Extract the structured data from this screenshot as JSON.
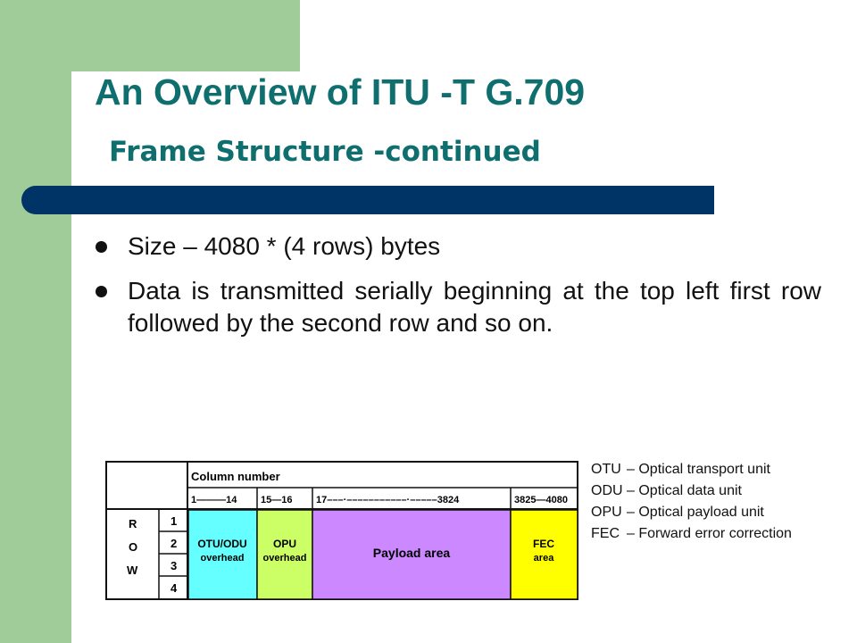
{
  "slide": {
    "title": "An Overview of ITU -T G.709",
    "subtitle": "Frame Structure -continued",
    "bullets": [
      "Size – 4080 * (4 rows) bytes",
      "Data is transmitted serially beginning at the top left first row followed by the second row and so on."
    ]
  },
  "diagram": {
    "column_header": "Column number",
    "ranges": [
      "1———14",
      "15—16",
      "17–––·–––––––––––·–––––3824",
      "3825—4080"
    ],
    "row_label": [
      "R",
      "O",
      "W"
    ],
    "row_numbers": [
      "1",
      "2",
      "3",
      "4"
    ],
    "blocks": [
      {
        "line1": "OTU/ODU",
        "line2": "overhead",
        "color": "#66ffff"
      },
      {
        "line1": "OPU",
        "line2": "overhead",
        "color": "#ccff66"
      },
      {
        "line1": "Payload area",
        "line2": "",
        "color": "#cc88ff"
      },
      {
        "line1": "FEC",
        "line2": "area",
        "color": "#ffff00"
      }
    ]
  },
  "legend": [
    {
      "abbr": "OTU",
      "text": "– Optical transport unit"
    },
    {
      "abbr": "ODU",
      "text": "– Optical data unit"
    },
    {
      "abbr": "OPU",
      "text": "– Optical payload unit"
    },
    {
      "abbr": "FEC",
      "text": "– Forward error correction"
    }
  ],
  "colors": {
    "accent_green": "#9fcc99",
    "title_teal": "#0f6e6e",
    "bar_navy": "#003366"
  }
}
